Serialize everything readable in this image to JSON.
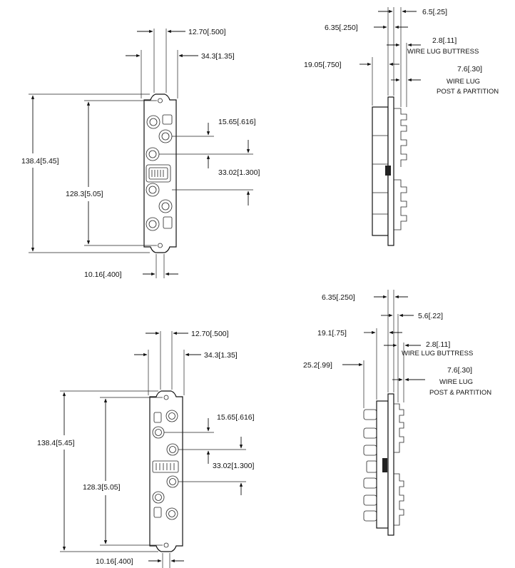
{
  "top_front": {
    "d_w1": "12.70[.500]",
    "d_w2": "34.3[1.35]",
    "d_h_overall": "138.4[5.45]",
    "d_h_mount": "128.3[5.05]",
    "d_pitch1": "15.65[.616]",
    "d_pitch2": "33.02[1.300]",
    "d_slot": "10.16[.400]"
  },
  "top_side": {
    "d_a": "6.5[.25]",
    "d_b": "6.35[.250]",
    "d_c": "2.8[.11]",
    "d_c_note": "WIRE LUG BUTTRESS",
    "d_d": "19.05[.750]",
    "d_e": "7.6[.30]",
    "d_e_note1": "WIRE LUG",
    "d_e_note2": "POST & PARTITION"
  },
  "bottom_front": {
    "d_w1": "12.70[.500]",
    "d_w2": "34.3[1.35]",
    "d_h_overall": "138.4[5.45]",
    "d_h_mount": "128.3[5.05]",
    "d_pitch1": "15.65[.616]",
    "d_pitch2": "33.02[1.300]",
    "d_slot": "10.16[.400]"
  },
  "bottom_side": {
    "d_a": "6.35[.250]",
    "d_b": "5.6[.22]",
    "d_c": "2.8[.11]",
    "d_c_note": "WIRE LUG BUTTRESS",
    "d_d": "19.1[.75]",
    "d_f": "25.2[.99]",
    "d_e": "7.6[.30]",
    "d_e_note1": "WIRE LUG",
    "d_e_note2": "POST & PARTITION"
  }
}
